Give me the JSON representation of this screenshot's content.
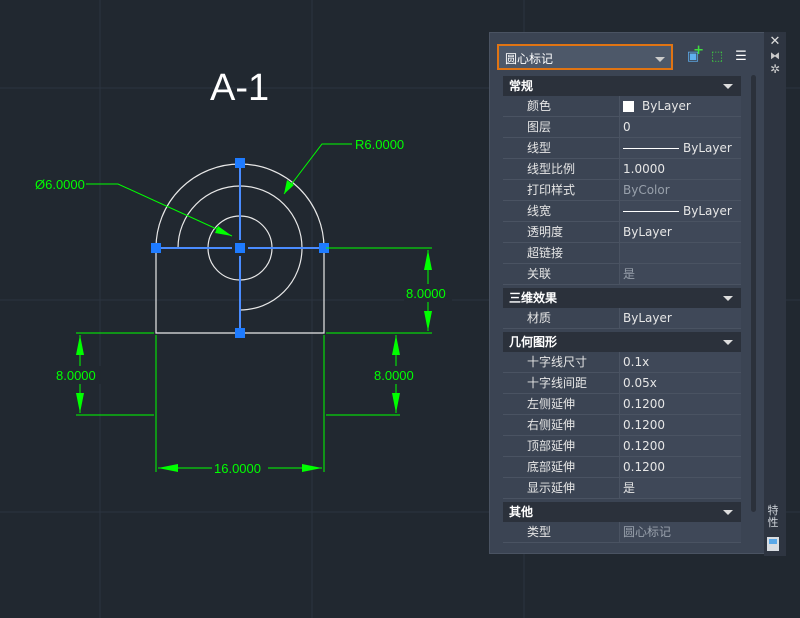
{
  "drawing": {
    "title": "A-1",
    "dims": {
      "diameter": "Ø6.0000",
      "radius": "R6.0000",
      "right_v": "8.0000",
      "left_v": "8.0000",
      "right_v2": "8.0000",
      "horizontal": "16.0000"
    }
  },
  "colors": {
    "dim": "#00ff00",
    "grip": "#1e7bff",
    "accent": "#e07413"
  },
  "panel": {
    "selector": "圆心标记",
    "tab_label": "特性",
    "categories": [
      {
        "name": "常规",
        "rows": [
          {
            "k": "颜色",
            "v": "ByLayer",
            "type": "swatch"
          },
          {
            "k": "图层",
            "v": "0"
          },
          {
            "k": "线型",
            "v": "ByLayer",
            "type": "line"
          },
          {
            "k": "线型比例",
            "v": "1.0000"
          },
          {
            "k": "打印样式",
            "v": "ByColor",
            "dim": true
          },
          {
            "k": "线宽",
            "v": "ByLayer",
            "type": "line"
          },
          {
            "k": "透明度",
            "v": "ByLayer"
          },
          {
            "k": "超链接",
            "v": ""
          },
          {
            "k": "关联",
            "v": "是",
            "dim": true
          }
        ]
      },
      {
        "name": "三维效果",
        "rows": [
          {
            "k": "材质",
            "v": "ByLayer"
          }
        ]
      },
      {
        "name": "几何图形",
        "rows": [
          {
            "k": "十字线尺寸",
            "v": "0.1x"
          },
          {
            "k": "十字线间距",
            "v": "0.05x"
          },
          {
            "k": "左侧延伸",
            "v": "0.1200"
          },
          {
            "k": "右侧延伸",
            "v": "0.1200"
          },
          {
            "k": "顶部延伸",
            "v": "0.1200"
          },
          {
            "k": "底部延伸",
            "v": "0.1200"
          },
          {
            "k": "显示延伸",
            "v": "是"
          }
        ]
      },
      {
        "name": "其他",
        "rows": [
          {
            "k": "类型",
            "v": "圆心标记",
            "dim": true
          }
        ]
      }
    ]
  }
}
